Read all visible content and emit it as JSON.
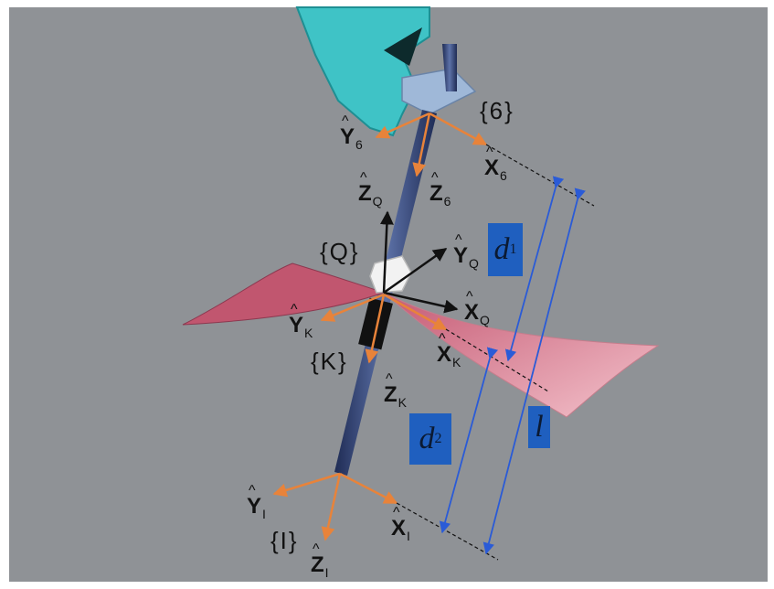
{
  "frames": {
    "f6": "{6}",
    "fQ": "{Q}",
    "fK": "{K}",
    "fI": "{I}"
  },
  "axes": {
    "y6": {
      "letter": "Y",
      "sub": "6"
    },
    "x6": {
      "letter": "X",
      "sub": "6"
    },
    "z6": {
      "letter": "Z",
      "sub": "6"
    },
    "zq": {
      "letter": "Z",
      "sub": "Q"
    },
    "yq": {
      "letter": "Y",
      "sub": "Q"
    },
    "xq": {
      "letter": "X",
      "sub": "Q"
    },
    "yk": {
      "letter": "Y",
      "sub": "K"
    },
    "xk": {
      "letter": "X",
      "sub": "K"
    },
    "zk": {
      "letter": "Z",
      "sub": "K"
    },
    "yi": {
      "letter": "Y",
      "sub": "I"
    },
    "xi": {
      "letter": "X",
      "sub": "I"
    },
    "zi": {
      "letter": "Z",
      "sub": "I"
    }
  },
  "dimensions": {
    "d1": {
      "letter": "d",
      "sub": "1"
    },
    "d2": {
      "letter": "d",
      "sub": "2"
    },
    "l": {
      "letter": "l"
    }
  },
  "colors": {
    "background": "#8f9296",
    "gripper": "#3fc3c6",
    "blade": "#e9a3b1",
    "shaft": "#2f3f6e",
    "orange_axis": "#e8833a",
    "black_axis": "#111111",
    "dimension_line": "#2a5bd7",
    "dimension_box": "#1f5fbf"
  }
}
